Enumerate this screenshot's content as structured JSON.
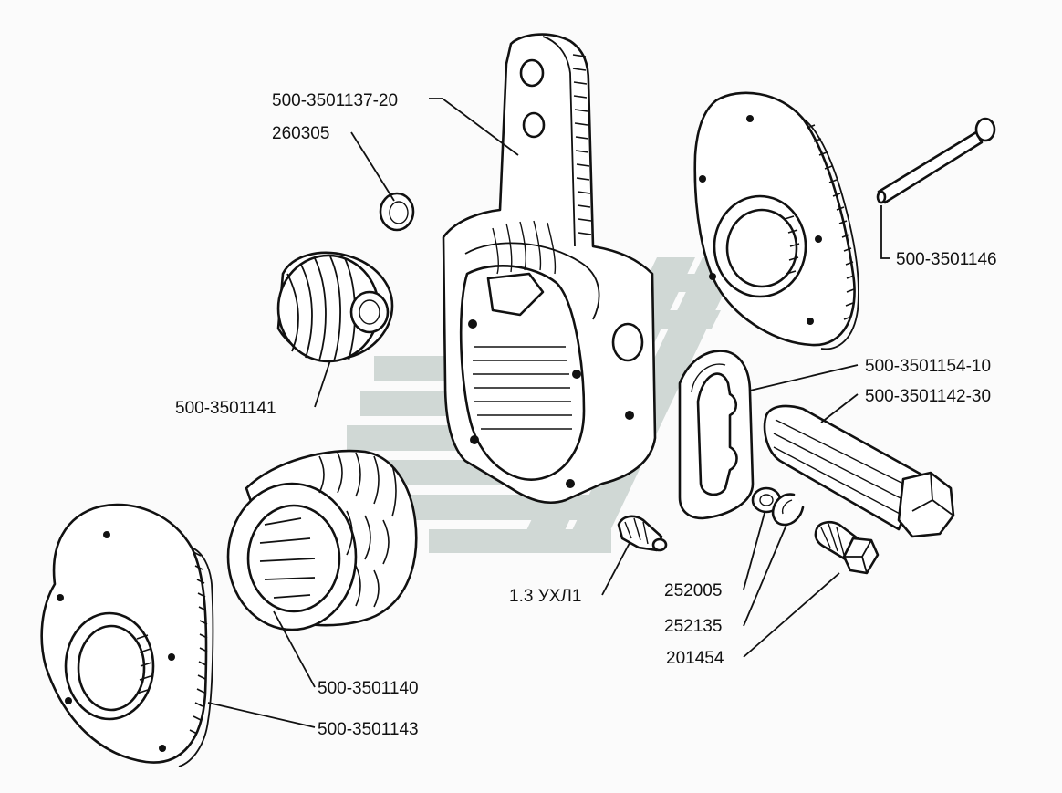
{
  "labels": {
    "arm": "500-3501137-20",
    "bushing": "260305",
    "worm": "500-3501141",
    "worm_gear": "500-3501140",
    "cover_left": "500-3501143",
    "cover_right": "",
    "axle": "500-3501146",
    "lock_plate": "500-3501154-10",
    "worm_shaft": "500-3501142-30",
    "grease_fitting": "1.3 УХЛ1",
    "washer": "252005",
    "lock_washer": "252135",
    "bolt": "201454"
  },
  "colors": {
    "line": "#111111",
    "watermark": "#c9d2cf"
  }
}
